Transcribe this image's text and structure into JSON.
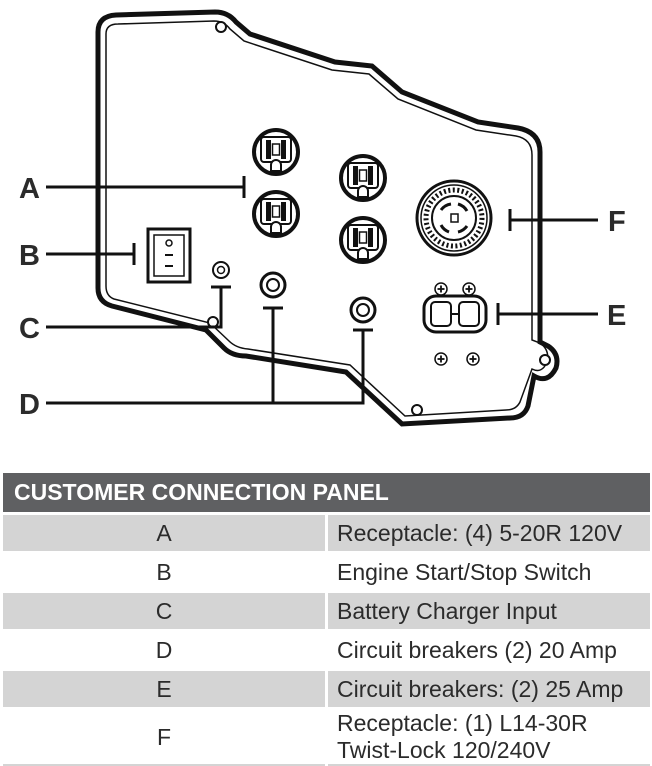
{
  "diagram": {
    "callout_labels": [
      "A",
      "B",
      "C",
      "D",
      "E",
      "F"
    ]
  },
  "table": {
    "header": "CUSTOMER CONNECTION PANEL",
    "rows": [
      {
        "key": "A",
        "description": "Receptacle: (4) 5-20R 120V"
      },
      {
        "key": "B",
        "description": "Engine Start/Stop Switch"
      },
      {
        "key": "C",
        "description": "Battery Charger Input"
      },
      {
        "key": "D",
        "description": "Circuit breakers (2) 20 Amp"
      },
      {
        "key": "E",
        "description": "Circuit breakers: (2) 25 Amp"
      },
      {
        "key": "F",
        "description": "Receptacle: (1) L14-30R Twist-Lock 120/240V"
      }
    ]
  }
}
